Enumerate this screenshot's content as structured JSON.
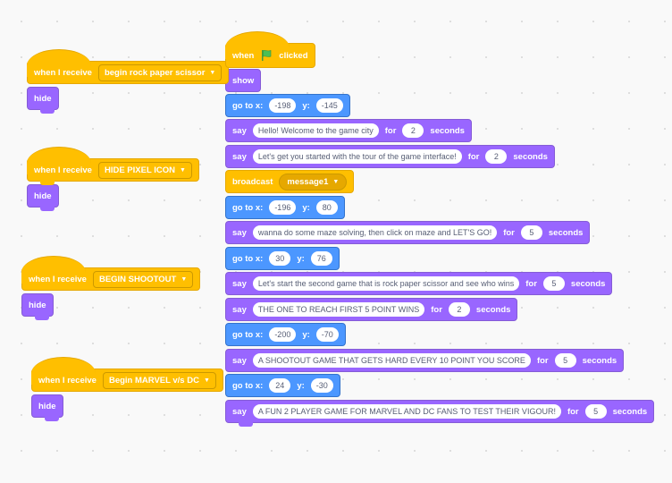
{
  "scripts_left": [
    {
      "hat_label": "when I receive",
      "message": "begin rock paper scissor",
      "body_label": "hide"
    },
    {
      "hat_label": "when I receive",
      "message": "HIDE PIXEL ICON",
      "body_label": "hide"
    },
    {
      "hat_label": "when I receive",
      "message": "BEGIN SHOOTOUT",
      "body_label": "hide"
    },
    {
      "hat_label": "when I receive",
      "message": "Begin MARVEL v/s DC",
      "body_label": "hide"
    }
  ],
  "main_script": {
    "hat": {
      "when": "when",
      "clicked": "clicked"
    },
    "show": "show",
    "goto_label": "go to x:",
    "y_label": "y:",
    "say_label": "say",
    "for_label": "for",
    "seconds_label": "seconds",
    "broadcast_label": "broadcast",
    "broadcast_message": "message1",
    "goto1": {
      "x": "-198",
      "y": "-145"
    },
    "say1": {
      "text": "Hello! Welcome to the game city",
      "secs": "2"
    },
    "say2": {
      "text": "Let's get you started with the tour of the game interface!",
      "secs": "2"
    },
    "goto2": {
      "x": "-196",
      "y": "80"
    },
    "say3": {
      "text": "wanna do some maze solving, then click on maze and LET'S GO!",
      "secs": "5"
    },
    "goto3": {
      "x": "30",
      "y": "76"
    },
    "say4": {
      "text": "Let's start the second game that is rock paper scissor and see who wins",
      "secs": "5"
    },
    "say5": {
      "text": "THE ONE TO REACH FIRST 5 POINT WINS",
      "secs": "2"
    },
    "goto4": {
      "x": "-200",
      "y": "-70"
    },
    "say6": {
      "text": "A SHOOTOUT GAME THAT GETS HARD EVERY 10 POINT YOU SCORE",
      "secs": "5"
    },
    "goto5": {
      "x": "24",
      "y": "-30"
    },
    "say7": {
      "text": "A FUN 2 PLAYER GAME FOR MARVEL AND DC FANS TO TEST THEIR VIGOUR!",
      "secs": "5"
    }
  },
  "colors": {
    "events": "#ffbf00",
    "looks": "#9966ff",
    "motion": "#4c97ff",
    "flag": "#4cbf56"
  }
}
